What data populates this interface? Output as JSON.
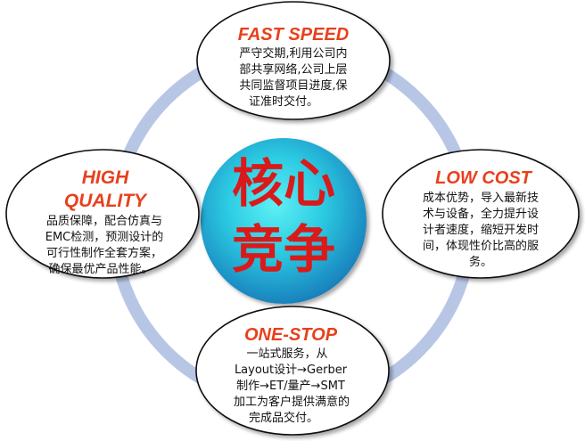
{
  "center": {
    "line1": "核心",
    "line2": "竞争"
  },
  "nodes": {
    "top": {
      "title": "FAST SPEED",
      "lines": [
        "严守交期,利用公司内",
        "部共享网络,公司上层",
        "共同监督项目进度,保",
        "证准时交付。"
      ]
    },
    "right": {
      "title": "LOW COST",
      "lines": [
        "成本优势，导入最新技",
        "术与设备，全力提升设",
        "计者速度，缩短开发时",
        "间，体现性价比高的服",
        "务。"
      ]
    },
    "bottom": {
      "title": "ONE-STOP",
      "lines": [
        "一站式服务，从",
        "Layout设计→Gerber",
        "制作→ET/量产→SMT",
        "加工为客户提供满意的",
        "完成品交付。"
      ]
    },
    "left": {
      "title_line1": "HIGH",
      "title_line2": "QUALITY",
      "lines": [
        "品质保障，配合仿真与",
        "EMC检测，预测设计的",
        "可行性制作全套方案，",
        "确保最优产品性能。"
      ]
    }
  },
  "colors": {
    "ring": "#b8c6e6",
    "title": "#e8401c",
    "center_text": "#d91a1a",
    "center_fill_light": "#3fe0ef",
    "center_fill_dark": "#1a7fbd"
  }
}
